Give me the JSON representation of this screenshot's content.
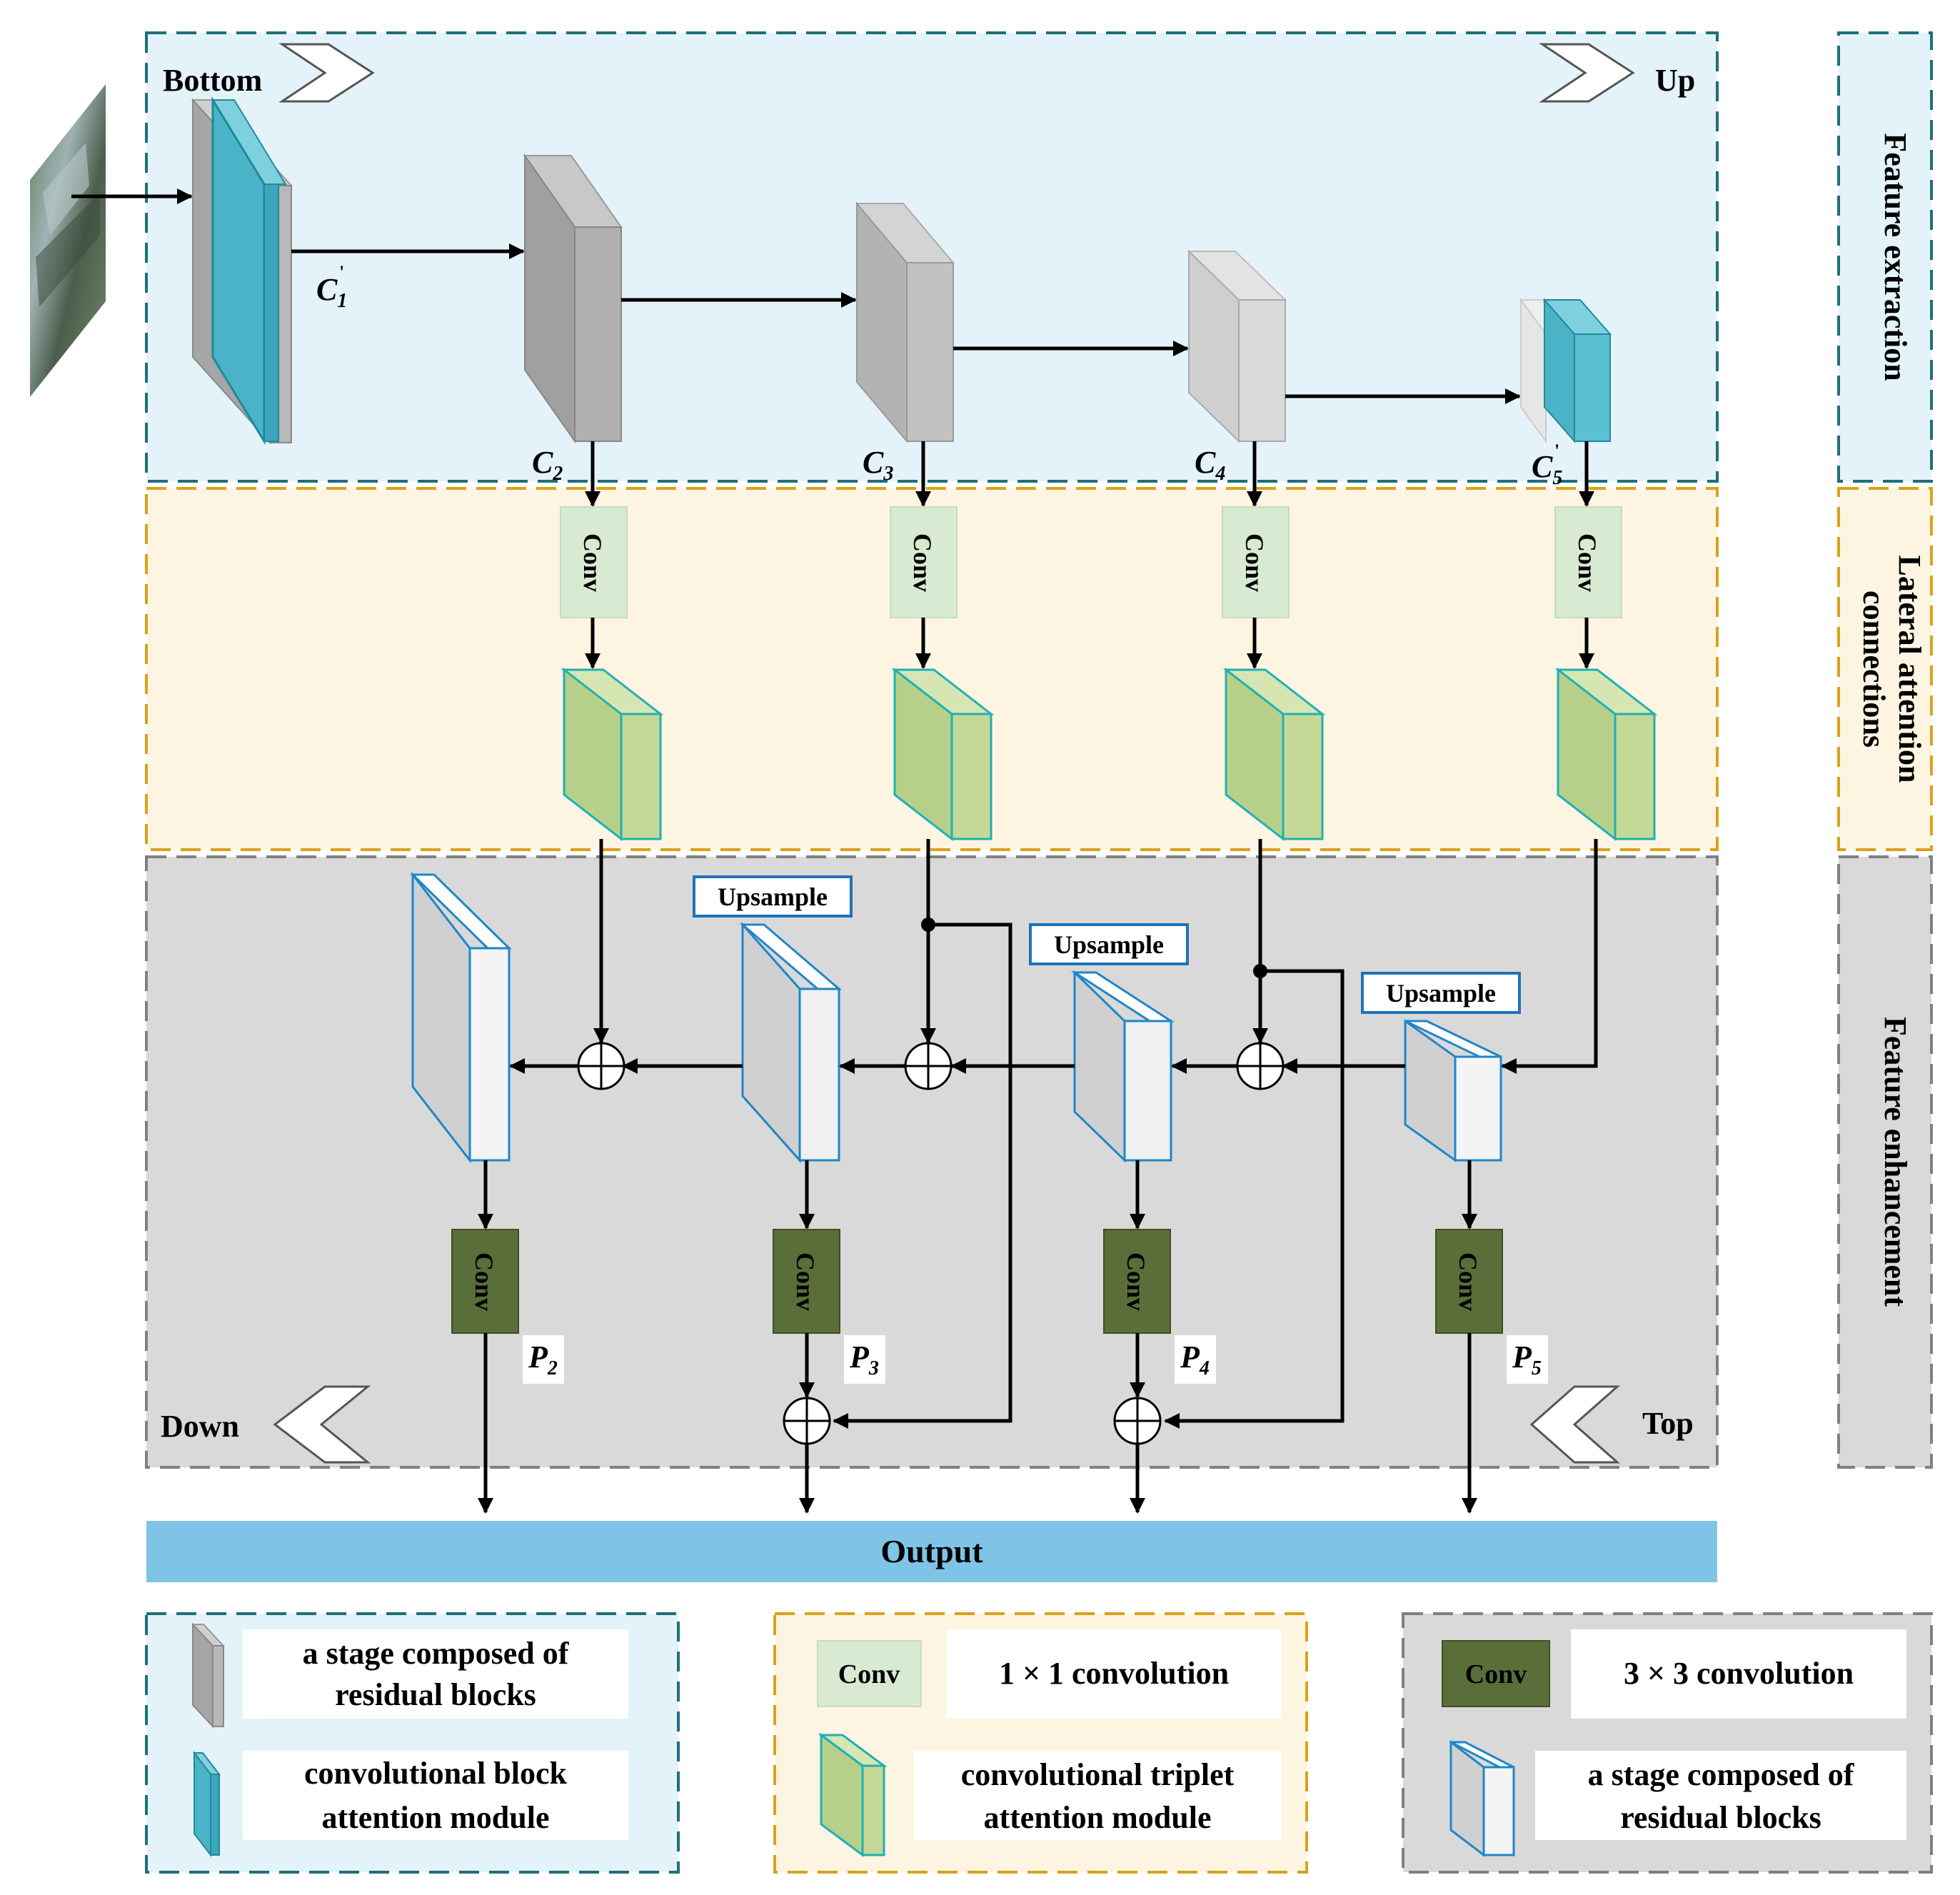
{
  "colors": {
    "extraction_bg": "#e4f3f9",
    "extraction_border": "#1f6e7a",
    "lateral_bg": "#fdf5e1",
    "lateral_border": "#d9a21b",
    "enhance_bg": "#d9d9d9",
    "enhance_border": "#808080",
    "output_bar": "#7fc4e6",
    "conv1_fill": "#d9ead3",
    "conv3_fill": "#5a6e3a",
    "triplet_fill": "#c4d995",
    "cbam_fill": "#4bb3c8",
    "upsample_border": "#1f72b8"
  },
  "sections": {
    "extraction": "Feature extraction",
    "lateral_line1": "Lateral attention",
    "lateral_line2": "connections",
    "enhancement": "Feature enhancement"
  },
  "direction": {
    "bottom": "Bottom",
    "up": "Up",
    "down": "Down",
    "top": "Top"
  },
  "stages": {
    "c1": {
      "main": "C",
      "sub": "1",
      "sup": "'"
    },
    "c2": {
      "main": "C",
      "sub": "2"
    },
    "c3": {
      "main": "C",
      "sub": "3"
    },
    "c4": {
      "main": "C",
      "sub": "4"
    },
    "c5": {
      "main": "C",
      "sub": "5",
      "sup": "'"
    }
  },
  "outputs": {
    "p2": {
      "main": "P",
      "sub": "2"
    },
    "p3": {
      "main": "P",
      "sub": "3"
    },
    "p4": {
      "main": "P",
      "sub": "4"
    },
    "p5": {
      "main": "P",
      "sub": "5"
    }
  },
  "labels": {
    "conv": "Conv",
    "upsample": "Upsample",
    "output": "Output"
  },
  "legend": {
    "residual_stage_line1": "a stage composed of",
    "residual_stage_line2": "residual blocks",
    "cbam_line1": "convolutional block",
    "cbam_line2": "attention module",
    "conv1x1": "1 × 1 convolution",
    "triplet_line1": "convolutional triplet",
    "triplet_line2": "attention module",
    "conv3x3": "3 × 3 convolution",
    "residual2_line1": "a stage composed of",
    "residual2_line2": "residual blocks"
  }
}
